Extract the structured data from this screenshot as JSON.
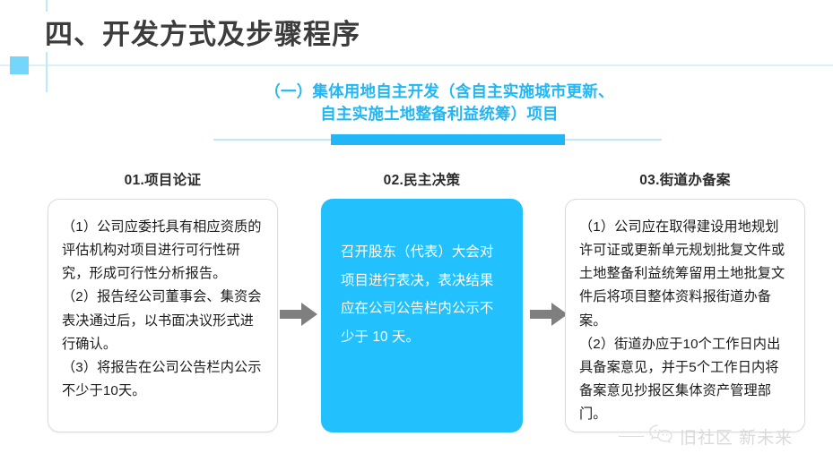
{
  "slide": {
    "title": "四、开发方式及步骤程序",
    "subtitle_line1": "（一）集体用地自主开发（含自主实施城市更新、",
    "subtitle_line2": "自主实施土地整备利益统筹）项目",
    "accent_color": "#21b6f5",
    "card_blue": "#22c0fc",
    "arrow_color": "#7f7f7f"
  },
  "steps": [
    {
      "header": "01.项目论证",
      "paragraphs": [
        "（1）公司应委托具有相应资质的评估机构对项目进行可行性研究，形成可行性分析报告。",
        "（2）报告经公司董事会、集资会表决通过后，以书面决议形式进行确认。",
        "（3）将报告在公司公告栏内公示不少于10天。"
      ],
      "highlighted": false
    },
    {
      "header": "02.民主决策",
      "paragraphs": [
        "召开股东（代表）大会对项目进行表决，表决结果应在公司公告栏内公示不少于 10 天。"
      ],
      "highlighted": true
    },
    {
      "header": "03.街道办备案",
      "paragraphs": [
        "（1）公司应在取得建设用地规划许可证或更新单元规划批复文件或土地整备利益统筹留用土地批复文件后将项目整体资料报街道办备案。",
        "（2）街道办应于10个工作日内出具备案意见，并于5个工作日内将备案意见抄报区集体资产管理部门。"
      ],
      "highlighted": false
    }
  ],
  "watermark": {
    "text": "旧社区 新未来",
    "icon": "wechat-icon"
  }
}
